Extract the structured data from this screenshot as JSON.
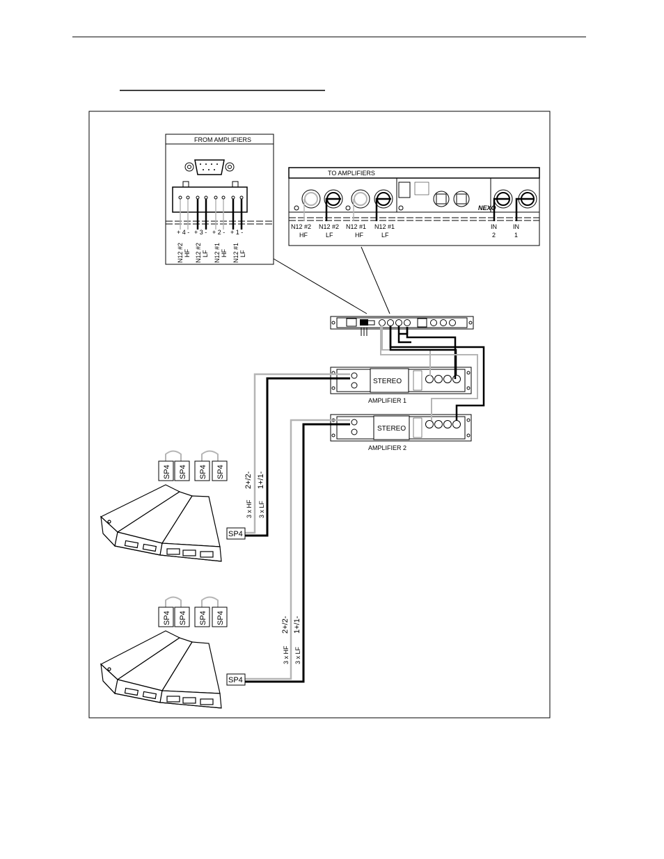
{
  "from_amplifiers": {
    "title": "FROM AMPLIFIERS",
    "pin_labels": [
      "+ 4 -",
      "+ 3 -",
      "+ 2 -",
      "+ 1 -"
    ],
    "channels": [
      {
        "line1": "N12 #2",
        "line2": "HF"
      },
      {
        "line1": "N12 #2",
        "line2": "LF"
      },
      {
        "line1": "N12 #1",
        "line2": "HF"
      },
      {
        "line1": "N12 #1",
        "line2": "LF"
      }
    ]
  },
  "to_amplifiers": {
    "title": "TO AMPLIFIERS",
    "outputs": [
      {
        "line1": "N12 #2",
        "line2": "HF"
      },
      {
        "line1": "N12 #2",
        "line2": "LF"
      },
      {
        "line1": "N12 #1",
        "line2": "HF"
      },
      {
        "line1": "N12 #1",
        "line2": "LF"
      }
    ],
    "inputs": [
      {
        "line1": "IN",
        "line2": "2"
      },
      {
        "line1": "IN",
        "line2": "1"
      }
    ],
    "logo": "NEXO"
  },
  "amplifiers": [
    {
      "panel": "STEREO",
      "label": "AMPLIFIER 1"
    },
    {
      "panel": "STEREO",
      "label": "AMPLIFIER 2"
    }
  ],
  "speaker_arrays": [
    {
      "links": [
        "SP4",
        "SP4",
        "SP4",
        "SP4"
      ],
      "input_connector": "SP4",
      "cable_pins_hf": "2+/2-",
      "cable_pins_lf": "1+/1-",
      "cable_hf": "3 x HF",
      "cable_lf": "3 x LF"
    },
    {
      "links": [
        "SP4",
        "SP4",
        "SP4",
        "SP4"
      ],
      "input_connector": "SP4",
      "cable_pins_hf": "2+/2-",
      "cable_pins_lf": "1+/1-",
      "cable_hf": "3 x HF",
      "cable_lf": "3 x LF"
    }
  ],
  "colors": {
    "line": "#000000",
    "gray_cable": "#b5b5b5",
    "background": "#ffffff"
  }
}
